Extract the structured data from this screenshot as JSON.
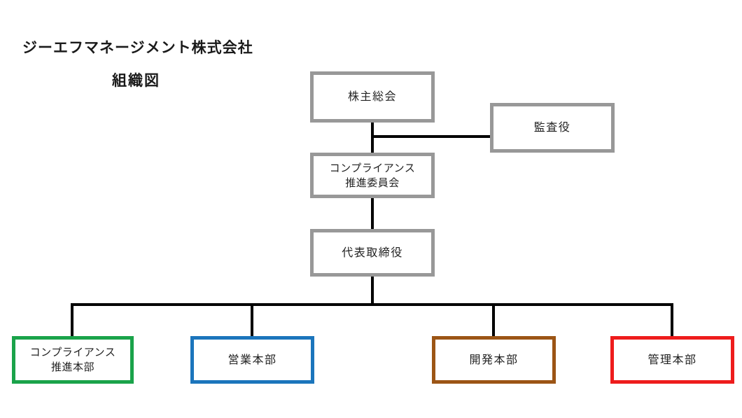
{
  "page": {
    "company_title": "ジーエフマネージメント株式会社",
    "chart_subtitle": "組織図"
  },
  "org_chart": {
    "nodes": {
      "shareholders_meeting": {
        "label": "株主総会"
      },
      "auditor": {
        "label": "監査役"
      },
      "compliance_committee": {
        "label_line1": "コンプライアンス",
        "label_line2": "推進委員会"
      },
      "representative_director": {
        "label": "代表取締役"
      },
      "compliance_division": {
        "label_line1": "コンプライアンス",
        "label_line2": "推進本部"
      },
      "sales_division": {
        "label": "営業本部"
      },
      "development_division": {
        "label": "開発本部"
      },
      "administration_division": {
        "label": "管理本部"
      }
    },
    "edges": [
      "株主総会 → コンプライアンス推進委員会",
      "株主総会/委員会ライン → 監査役",
      "コンプライアンス推進委員会 → 代表取締役",
      "代表取締役 → コンプライアンス推進本部",
      "代表取締役 → 営業本部",
      "代表取締役 → 開発本部",
      "代表取締役 → 管理本部"
    ]
  },
  "colors": {
    "box_border_gray": "#989898",
    "compliance_division_green": "#1AA34A",
    "sales_division_blue": "#1B75BC",
    "development_division_brown": "#9C5515",
    "administration_division_red": "#EE1C1C",
    "connector_black": "#000000",
    "text": "#1A1A1A"
  }
}
